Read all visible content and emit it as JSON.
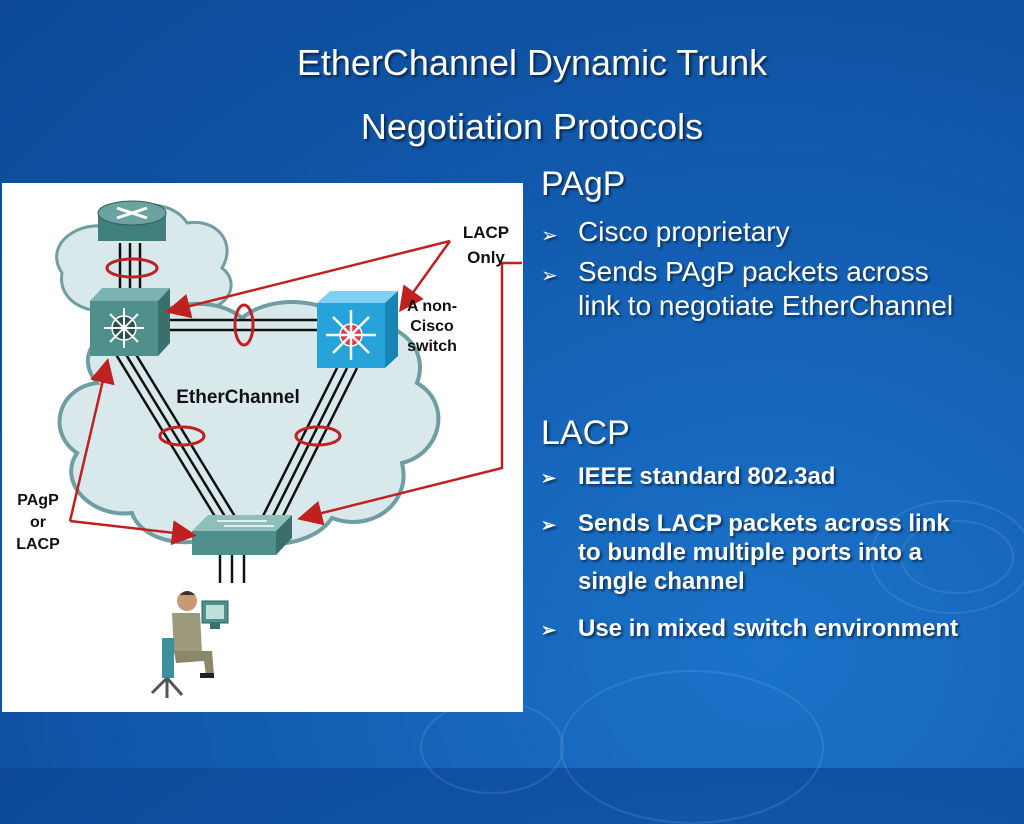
{
  "slide": {
    "title_line1": "EtherChannel Dynamic Trunk",
    "title_line2": "Negotiation Protocols"
  },
  "diagram": {
    "label_lacp_only_1": "LACP",
    "label_lacp_only_2": "Only",
    "label_non_cisco_1": "A non-",
    "label_non_cisco_2": "Cisco",
    "label_non_cisco_3": "switch",
    "label_etherchannel": "EtherChannel",
    "label_pagp_or_lacp_1": "PAgP",
    "label_pagp_or_lacp_2": "or",
    "label_pagp_or_lacp_3": "LACP",
    "icons": [
      "router-icon",
      "multilayer-switch-icon",
      "non-cisco-switch-icon",
      "workgroup-switch-icon",
      "user-workstation-icon"
    ]
  },
  "pagp": {
    "heading": "PAgP",
    "bullets": [
      "Cisco proprietary",
      "Sends PAgP packets across link to negotiate EtherChannel"
    ]
  },
  "lacp": {
    "heading": "LACP",
    "bullets": [
      "IEEE standard 802.3ad",
      "Sends LACP packets across link to bundle multiple ports into a single channel",
      "Use in mixed switch environment"
    ]
  },
  "colors": {
    "background": "#1563b8",
    "arrow": "#c0201f",
    "device": "#4f8f8c",
    "non_cisco_switch": "#26a3d9"
  }
}
